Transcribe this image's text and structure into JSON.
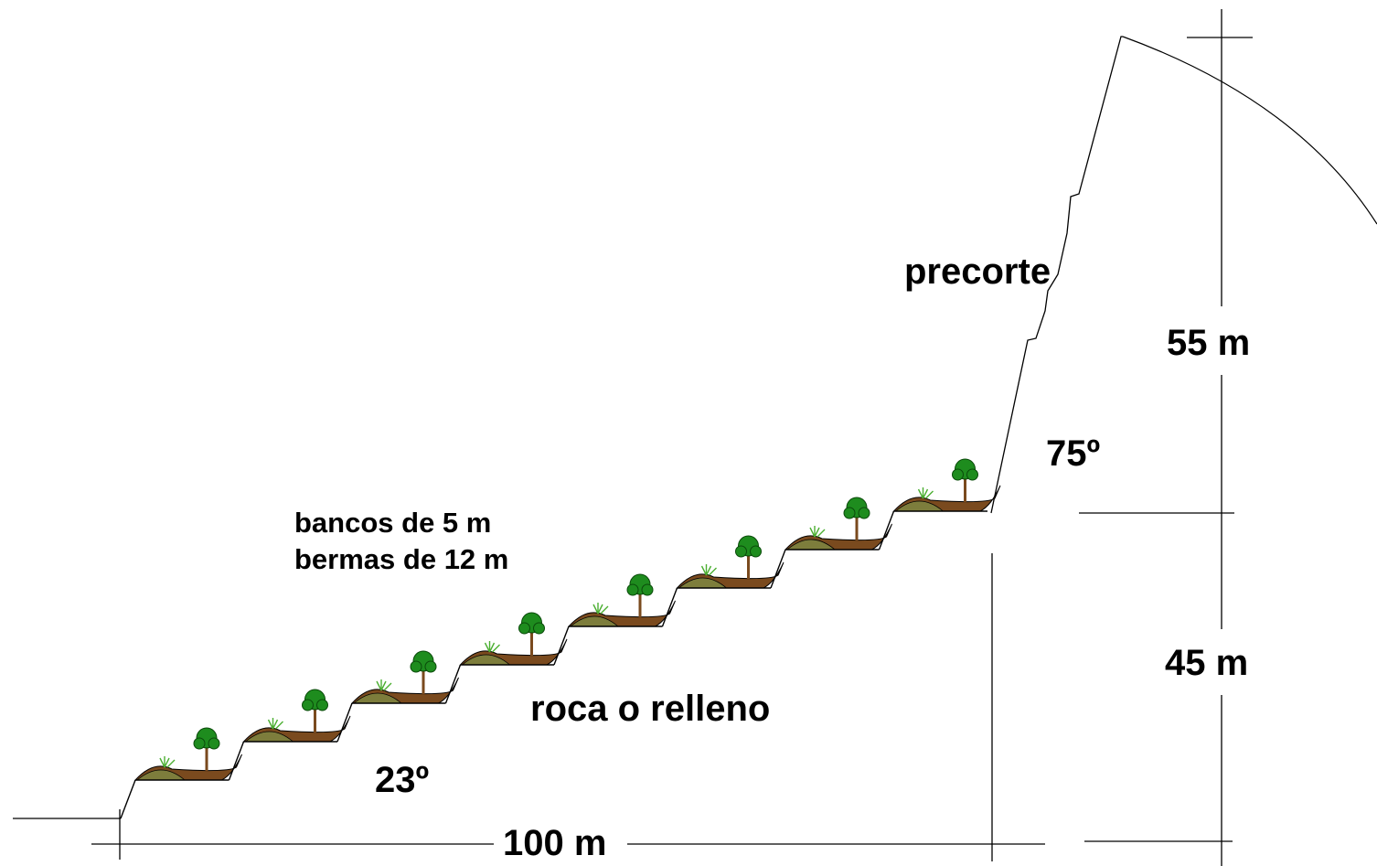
{
  "labels": {
    "precut": "precorte",
    "upper_height": "55 m",
    "lower_height": "45 m",
    "steep_angle": "75º",
    "slope_angle": "23º",
    "base_length": "100 m",
    "material": "roca o relleno",
    "benches_line1": "bancos de 5 m",
    "benches_line2": "bermas de 12 m"
  },
  "colors": {
    "line": "#000000",
    "soil": "#7a4a1e",
    "mound": "#7d7d3c",
    "tree": "#1e8c1e",
    "trunk": "#7a4a1e",
    "grass": "#4caf32"
  },
  "benches": {
    "count": 8,
    "bench_height_m": 5,
    "berm_width_m": 12
  }
}
